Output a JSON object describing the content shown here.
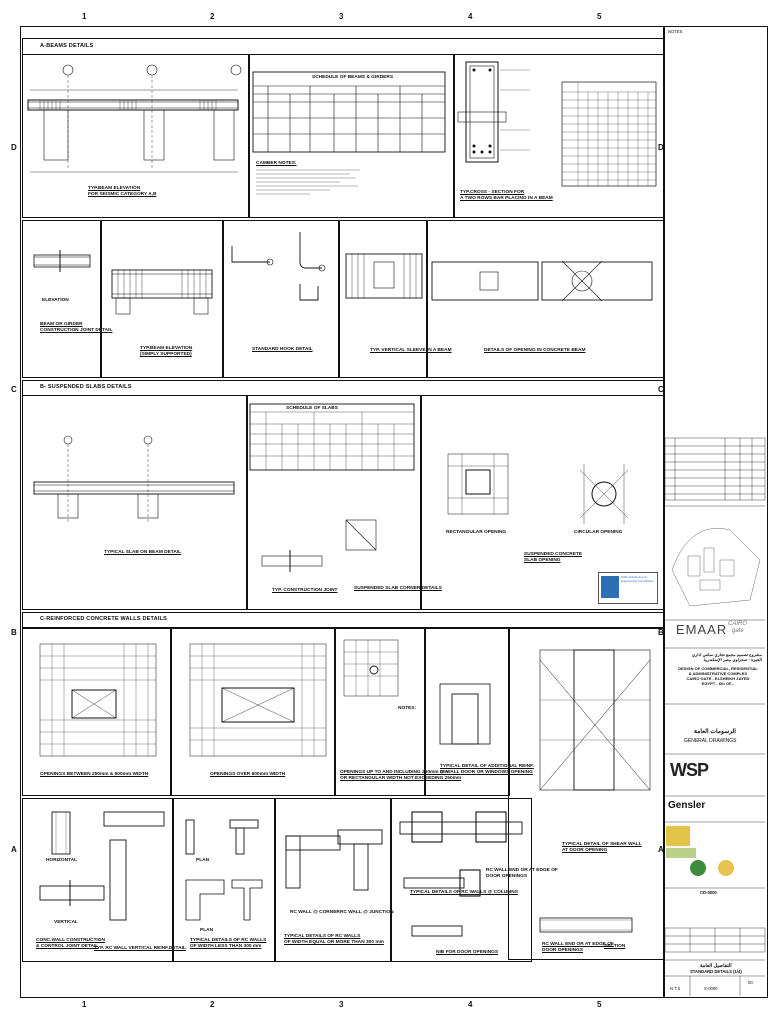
{
  "grid": {
    "numbers": [
      "1",
      "2",
      "3",
      "4",
      "5"
    ],
    "letters": [
      "D",
      "C",
      "B",
      "A"
    ]
  },
  "sections": {
    "beams": "A-BEAMS DETAILS",
    "slabs": "B- SUSPENDED SLABS DETAILS",
    "walls": "C-REINFORCED CONCRETE WALLS DETAILS"
  },
  "captions": {
    "beam_elev_seismic": [
      "TYP.BEAM ELEVATION",
      "FOR SEISMIC CATEGORY A,B"
    ],
    "schedule_beams": "SCHEDULE OF BEAMS & GIRDERS",
    "camber_notes": "CAMBER NOTES:",
    "cross_section": [
      "TYP.CROSS - SECTION FOR",
      "A TWO ROWS BAR PLACING IN A BEAM"
    ],
    "elevation": "ELEVATION",
    "construction_joint": [
      "BEAM OR GIRDER",
      "CONSTRUCTION JOINT DETAIL"
    ],
    "beam_simply": [
      "TYP.BEAM ELEVATION",
      "(SIMPLY SUPPORTED)"
    ],
    "hook_detail": "STANDARD HOOK DETAIL",
    "vertical_sleeve": "TYP. VERTICAL SLEEVE IN A BEAM",
    "opening_beam": "DETAILS OF OPENING IN CONCRETE BEAM",
    "schedule_slabs": "SCHEDULE OF SLABS",
    "slab_on_beam": "TYPICAL SLAB ON BEAM DETAIL",
    "typ_joint": "TYP. CONSTRUCTION JOINT",
    "slab_corner": "SUSPENDED SLAB CORNER DETAILS",
    "rect_opening": "RECTANGULAR OPENING",
    "circ_opening": "CIRCULAR OPENING",
    "slab_opening": [
      "SUSPENDED CONCRETE",
      "SLAB OPENING"
    ],
    "openings_250": "OPENINGS BETWEEN 250mm & 600mm WIDTH",
    "openings_600": "OPENINGS OVER 600mm WIDTH",
    "openings_small": [
      "OPENINGS UP TO AND INCLUDING 250mm DIA.",
      "OR RECTANGULAR WIDTH NOT EXCEEDING 250mm"
    ],
    "additional_reinf": [
      "TYPICAL DETAIL OF ADDITIONAL REINF.",
      "@ WALL DOOR OR WINDOWS OPENING"
    ],
    "shear_wall": [
      "TYPICAL DETAIL OF SHEAR WALL",
      "AT DOOR OPENING"
    ],
    "conc_wall_joint": [
      "CONC.WALL CONSTRUCTION",
      "& CONTROL JOINT DETAIL"
    ],
    "vert_reinf": "TYP. RC WALL VERTICAL REINF.DETAIL",
    "rc_walls_less": [
      "TYPICAL DETAILS OF RC WALLS",
      "OF WIDTH LESS THAN 300 mm"
    ],
    "rc_walls_more": [
      "TYPICAL DETAILS OF RC WALLS",
      "OF WIDTH EQUAL OR MORE THAN 300 mm"
    ],
    "rc_corner": "RC WALL @ CORNER",
    "rc_junction": "RC WALL @ JUNCTION",
    "rc_columns": "TYPICAL DETAILS OF RC WALLS @ COLUMNS",
    "rc_end_edge": [
      "RC WALL END OR AT EDGE OF",
      "DOOR OPENINGS"
    ],
    "nib_door": "NIB FOR DOOR OPENINGS",
    "section": "SECTION",
    "horizontal": "HORIZONTAL",
    "vertical": "VERTICAL",
    "plan": "PLAN",
    "notes": "NOTES:"
  },
  "title_block": {
    "notes_label": "NOTES",
    "client_logo": "EMAAR",
    "client_sub": "CAIRO",
    "client_sub2": "gate",
    "project_ar": [
      "مشروع تصميم مجمع تجاري سكني اداري",
      "الجيزة - صحراوي مصر الإسكندرية"
    ],
    "project_en": [
      "DESIGN OF COMMERCIAL, RESIDENTIAL",
      "& ADMINISTRATIVE COMPLEX",
      "CAIRO GATE - ELSHEIKH ZAYED",
      "EGYPT - 6th OF..."
    ],
    "drawing_type_ar": "الرسومات العامة",
    "drawing_type_en": "GENERAL DRAWINGS",
    "consultant": "WSP",
    "architect": "Gensler",
    "drawing_no": "CD-0000",
    "title_ar": "التفاصيل العامة",
    "title_en": "STANDARD DETAILS (1/4)",
    "scale": "N.T.S",
    "sheet": "S-0000",
    "rev": "00",
    "dar_label": "DAR Architecture & Engineering Consultants"
  }
}
